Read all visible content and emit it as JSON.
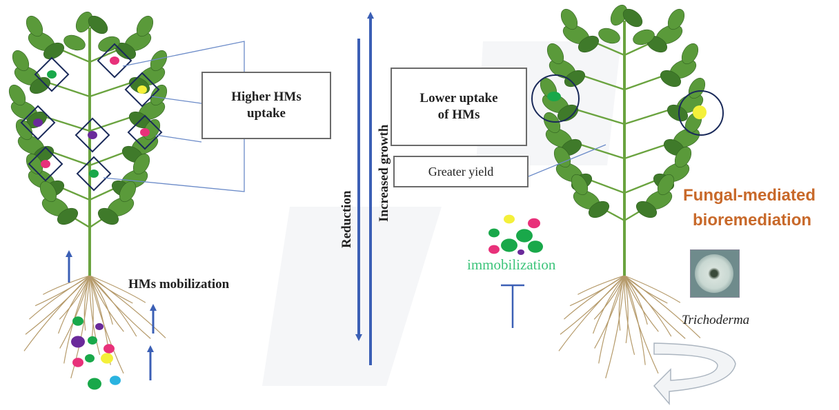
{
  "left": {
    "uptake_box": {
      "line1": "Higher HMs",
      "line2": "uptake"
    },
    "mobilization_label": "HMs mobilization"
  },
  "center": {
    "reduction_label": "Reduction",
    "growth_label": "Increased growth"
  },
  "right": {
    "uptake_box": {
      "line1": "Lower uptake",
      "line2": "of HMs"
    },
    "yield_label": "Greater yield",
    "immobilization_label": "immobilization",
    "title_line1": "Fungal-mediated",
    "title_line2": "bioremediation",
    "fungus_label": "Trichoderma"
  },
  "colors": {
    "leaf": "#5a9a3a",
    "leaf_dark": "#3f7a2a",
    "stem": "#6aa33f",
    "arrow_blue": "#3b5fb5",
    "title_orange": "#c8692a",
    "immobilization_green": "#3cc47a",
    "hm_green": "#19a84a",
    "hm_purple": "#6a2a9a",
    "hm_pink": "#e8317a",
    "hm_yellow": "#f4f03a",
    "hm_cyan": "#2ab3e0"
  }
}
